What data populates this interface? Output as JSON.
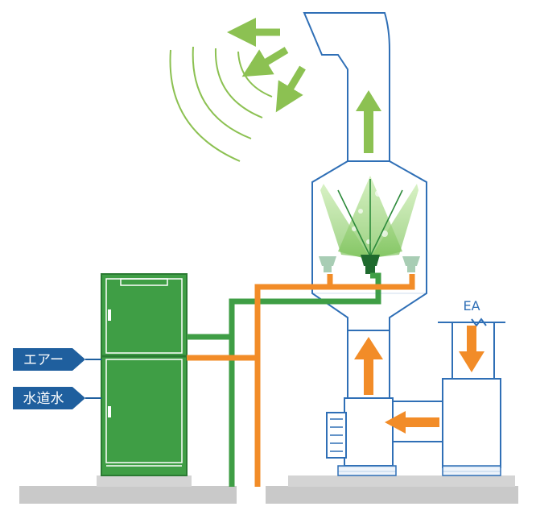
{
  "labels": {
    "ea": "EA",
    "air": "エアー",
    "tap_water": "水道水"
  },
  "colors": {
    "duct_outline": "#2f6fb6",
    "duct_fill": "#ffffff",
    "cabinet": "#3f9e45",
    "cabinet_dark": "#2a7a32",
    "green_pipe": "#3f9e45",
    "orange_pipe": "#f28c28",
    "exhaust_arrow": "#8cc152",
    "wave": "#8cc152",
    "tag_blue": "#1f5f9e",
    "floor": "#c9c9c9",
    "mist": "#9ed46a"
  }
}
